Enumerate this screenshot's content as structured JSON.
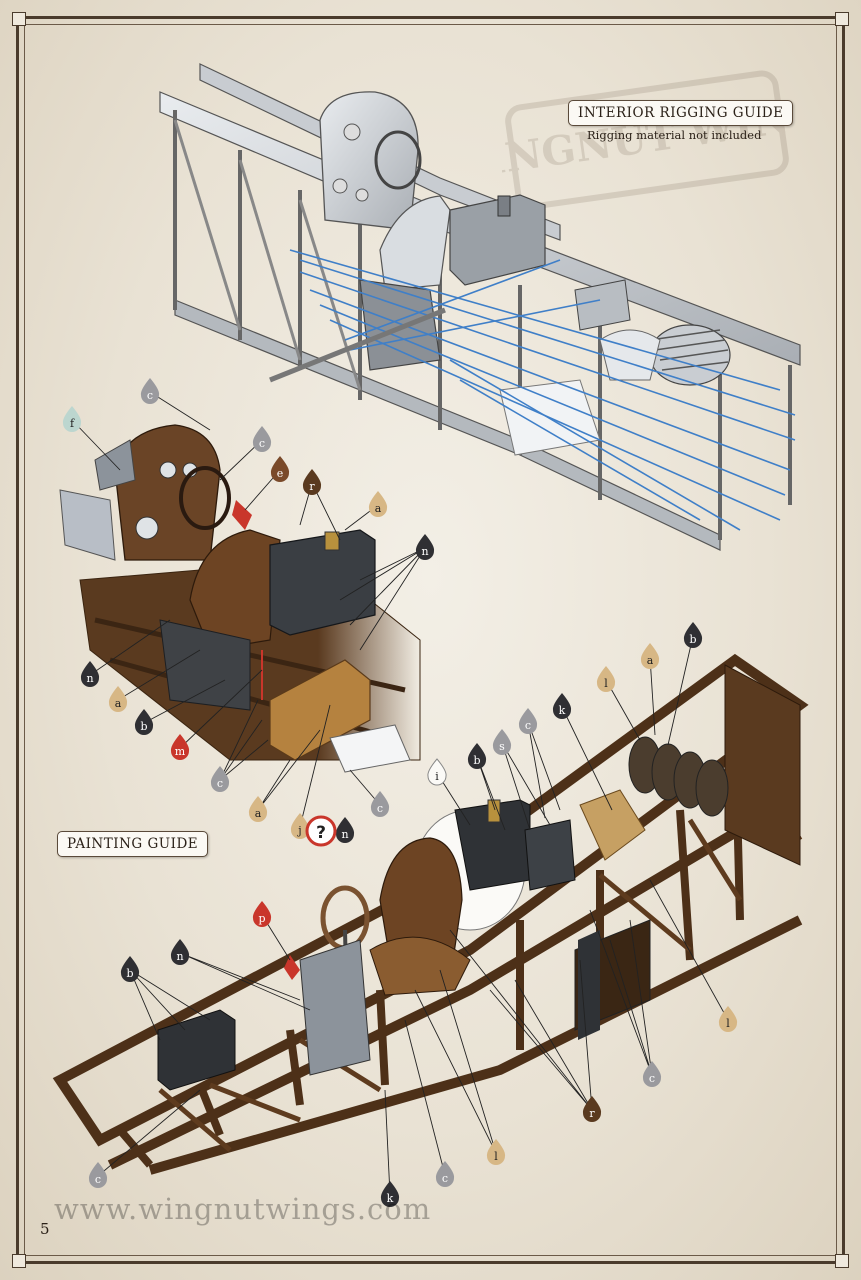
{
  "rigging_guide": {
    "title": "INTERIOR RIGGING GUIDE",
    "note": "Rigging material not included"
  },
  "painting_guide": {
    "title": "PAINTING GUIDE"
  },
  "watermark_text": "WINGNUT WINGS",
  "footer": {
    "url": "www.wingnutwings.com",
    "page_number": "5"
  },
  "callouts": [
    {
      "letter": "c"
    },
    {
      "letter": "f"
    },
    {
      "letter": "c"
    },
    {
      "letter": "e"
    },
    {
      "letter": "r"
    },
    {
      "letter": "a"
    },
    {
      "letter": "n"
    },
    {
      "letter": "n"
    },
    {
      "letter": "a"
    },
    {
      "letter": "b"
    },
    {
      "letter": "m"
    },
    {
      "letter": "c"
    },
    {
      "letter": "a"
    },
    {
      "letter": "j"
    },
    {
      "letter": "n"
    },
    {
      "letter": "c"
    },
    {
      "letter": "b"
    },
    {
      "letter": "a"
    },
    {
      "letter": "l"
    },
    {
      "letter": "k"
    },
    {
      "letter": "c"
    },
    {
      "letter": "s"
    },
    {
      "letter": "b"
    },
    {
      "letter": "i"
    },
    {
      "letter": "l"
    },
    {
      "letter": "c"
    },
    {
      "letter": "r"
    },
    {
      "letter": "p"
    },
    {
      "letter": "n"
    },
    {
      "letter": "b"
    },
    {
      "letter": "c"
    },
    {
      "letter": "k"
    },
    {
      "letter": "c"
    },
    {
      "letter": "l"
    }
  ],
  "colors": {
    "wood": "#5a3a1f",
    "metal_grey": "#9a9ea4",
    "rigging_blue": "#3f7fc8",
    "callout_dark": "#2f2f33",
    "callout_grey": "#9a9a9e",
    "callout_tan": "#d7b785",
    "callout_red": "#c9362b",
    "callout_brown": "#7a4a2a",
    "callout_white": "#fbfaf7",
    "callout_pale_green": "#bcd6cf"
  }
}
